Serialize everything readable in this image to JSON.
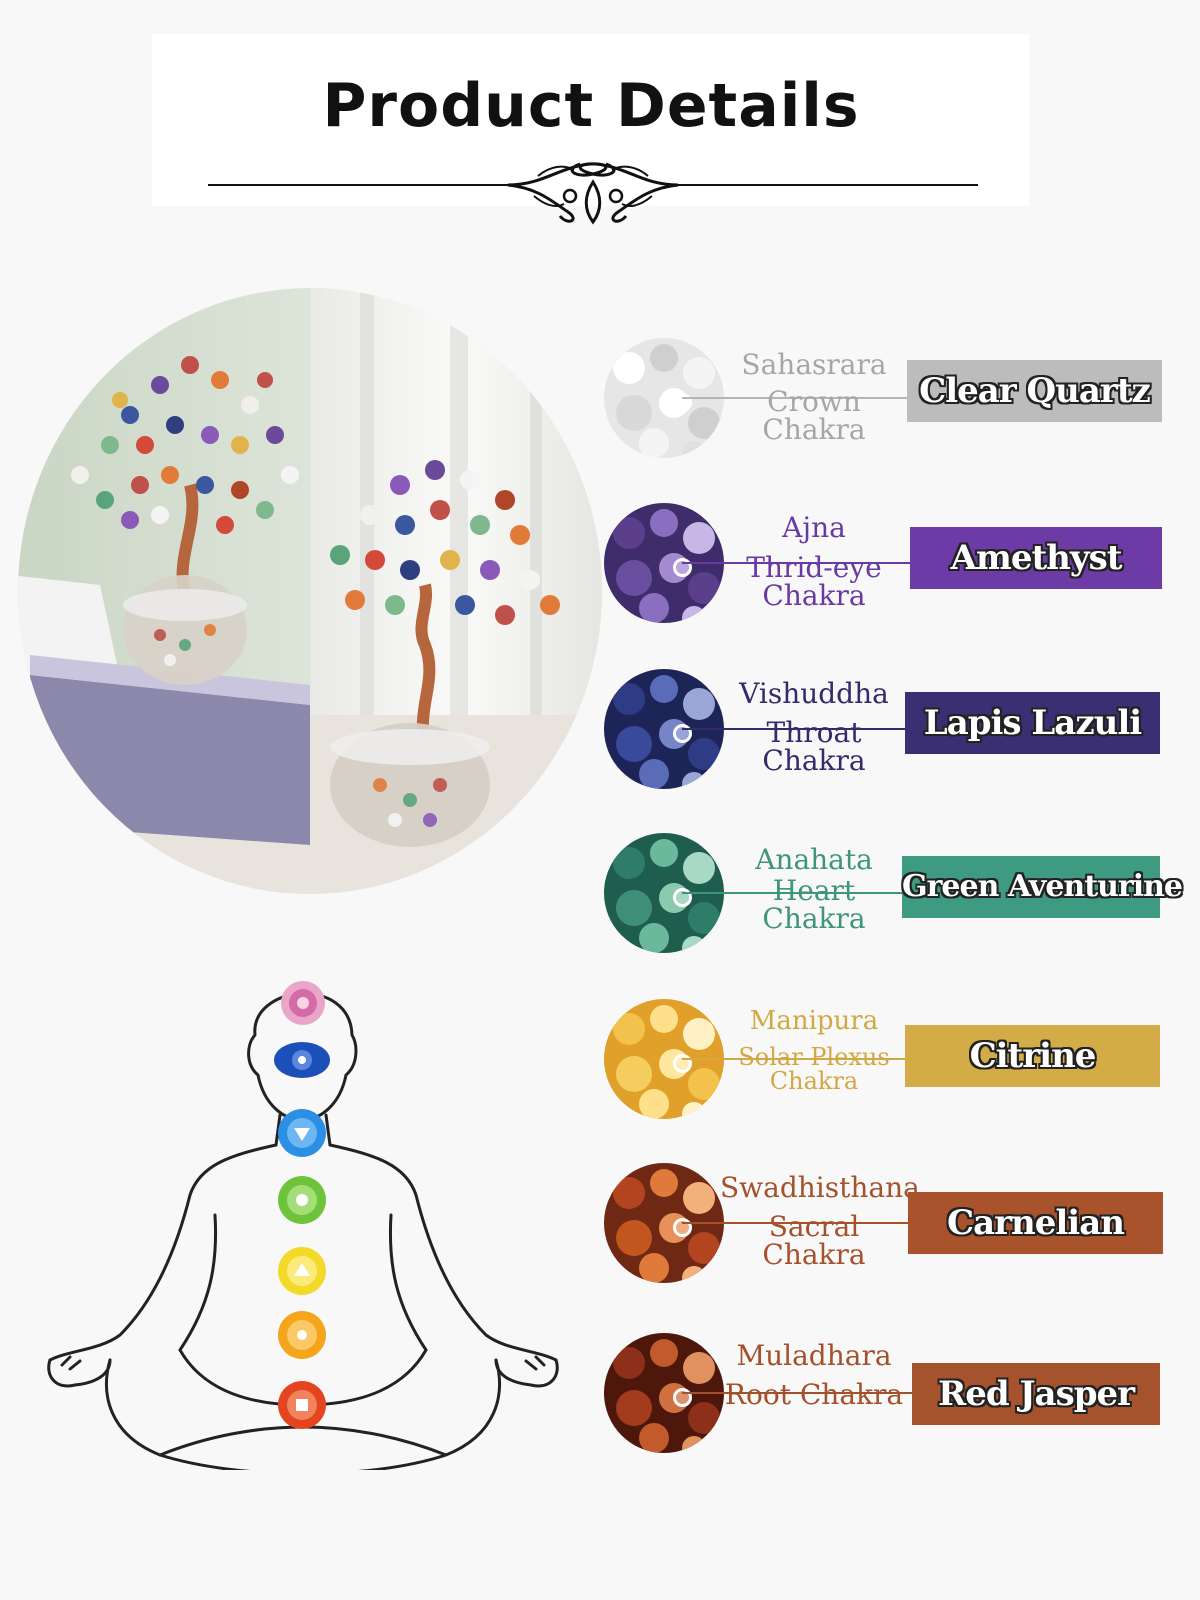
{
  "header": {
    "title": "Product Details"
  },
  "stones": [
    {
      "chakra_name": "Sahasrara",
      "chakra_sub": [
        "Crown Chakra"
      ],
      "stone": "Clear Quartz",
      "color": "#bcbcbc",
      "text_color": "#a6a6a6",
      "stone_colors": [
        "#e6e6e6",
        "#ffffff",
        "#cfcfcf",
        "#f4f4f4"
      ]
    },
    {
      "chakra_name": "Ajna",
      "chakra_sub": [
        "Thrid-eye",
        "Chakra"
      ],
      "stone": "Amethyst",
      "color": "#6d3ba5",
      "text_color": "#6a3aa3",
      "stone_colors": [
        "#5b3f8c",
        "#8a6fc0",
        "#3f2c6a",
        "#c7b6e6"
      ]
    },
    {
      "chakra_name": "Vishuddha",
      "chakra_sub": [
        "Throat Chakra"
      ],
      "stone": "Lapis Lazuli",
      "color": "#3b2f73",
      "text_color": "#352b6b",
      "stone_colors": [
        "#2e3b85",
        "#5a6bb8",
        "#1d2558",
        "#9aa6d6"
      ]
    },
    {
      "chakra_name": "Anahata",
      "chakra_sub": [
        "Heart Chakra"
      ],
      "stone": "Green Aventurine",
      "color": "#3e9a80",
      "text_color": "#3f957c",
      "stone_colors": [
        "#2f7d68",
        "#6cb89c",
        "#1f5e4e",
        "#a7d9c4"
      ]
    },
    {
      "chakra_name": "Manipura",
      "chakra_sub": [
        "Solar Plexus",
        "Chakra"
      ],
      "stone": "Citrine",
      "color": "#d4ac47",
      "text_color": "#d1a843",
      "stone_colors": [
        "#f2c24c",
        "#ffe08a",
        "#e0a02a",
        "#fff1c4"
      ]
    },
    {
      "chakra_name": "Swadhisthana",
      "chakra_sub": [
        "Sacral Chakra"
      ],
      "stone": "Carnelian",
      "color": "#a8532c",
      "text_color": "#a5512b",
      "stone_colors": [
        "#b2451f",
        "#e07a3a",
        "#6e2813",
        "#f2b07a"
      ]
    },
    {
      "chakra_name": "Muladhara",
      "chakra_sub": [
        "Root Chakra"
      ],
      "stone": "Red Jasper",
      "color": "#a5532d",
      "text_color": "#a3512b",
      "stone_colors": [
        "#8e2f1a",
        "#c25a2c",
        "#4e170c",
        "#e0925e"
      ]
    }
  ],
  "icons": {
    "flourish": "ornamental-divider-icon",
    "figure": "meditation-figure-icon"
  }
}
